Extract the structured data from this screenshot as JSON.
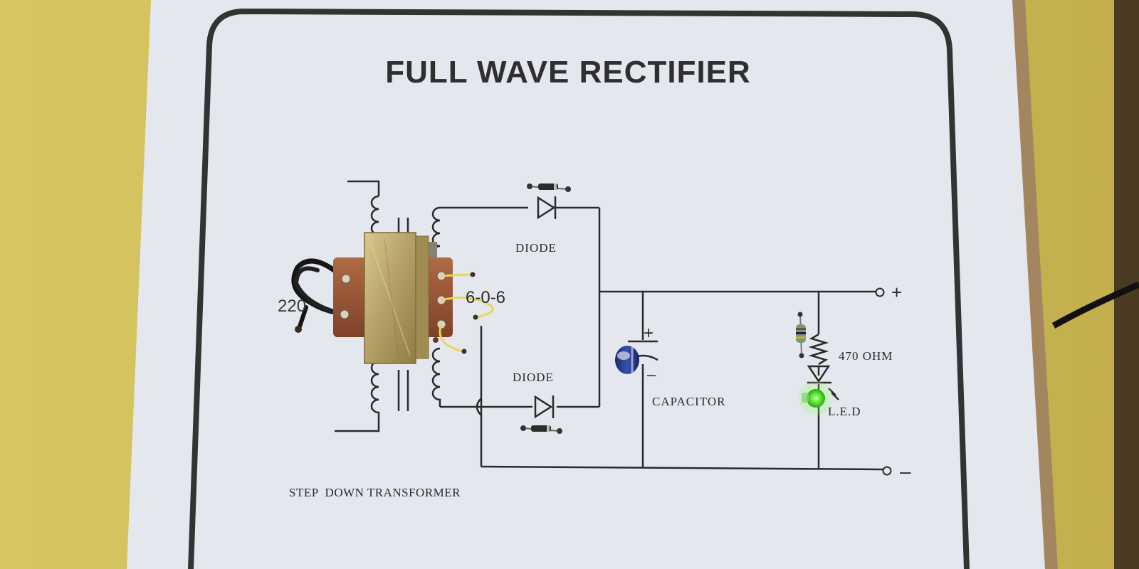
{
  "board": {
    "title": "FULL WAVE RECTIFIER",
    "labels": {
      "input_voltage": "220",
      "secondary_tap": "6-0-6",
      "diode_top": "DIODE",
      "diode_bottom": "DIODE",
      "capacitor": "CAPACITOR",
      "resistor": "470 OHM",
      "led": "L.E.D",
      "transformer": "STEP  DOWN TRANSFORMER",
      "terminal_positive": "+",
      "terminal_negative": "–",
      "capacitor_positive": "+",
      "capacitor_negative": "–"
    }
  },
  "colors": {
    "wall": "#c9b85a",
    "board": "#e4e7ee",
    "ink": "#2a2a2a",
    "transformer_core": "#b89a52",
    "bobbin": "#9a5a3a",
    "led": "#5cff3a",
    "jumper_wire": "#e6d65a"
  },
  "icons": {
    "diode": "diode-symbol-icon",
    "capacitor": "polarized-capacitor-icon",
    "resistor": "resistor-zigzag-icon",
    "led": "led-symbol-icon",
    "terminal": "terminal-circle-icon"
  }
}
